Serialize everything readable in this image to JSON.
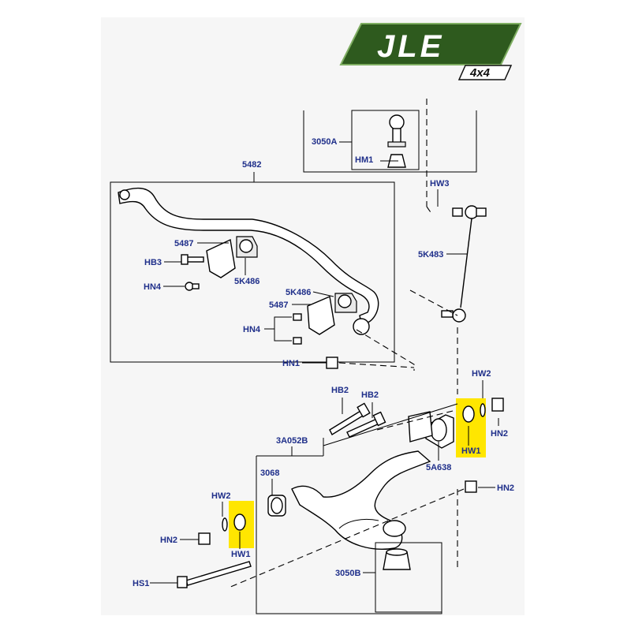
{
  "logo": {
    "brand": "JLE",
    "sub": "4x4",
    "colors": {
      "green": "#2e5a1e",
      "dark": "#1a1a1a"
    }
  },
  "highlight_color": "#ffe600",
  "label_color": "#1f2f8a",
  "labels": {
    "l3050a": "3050A",
    "lhm1": "HM1",
    "lhw3": "HW3",
    "l5482": "5482",
    "l5k483": "5K483",
    "l5487a": "5487",
    "lhb3": "HB3",
    "l5k486a": "5K486",
    "lhn4a": "HN4",
    "l5k486b": "5K486",
    "l5487b": "5487",
    "lhn4b": "HN4",
    "lhn1": "HN1",
    "lhw2a": "HW2",
    "lhb2a": "HB2",
    "lhb2b": "HB2",
    "lhn2a": "HN2",
    "lhw1a": "HW1",
    "l3a052b": "3A052B",
    "l5a638": "5A638",
    "l3068": "3068",
    "lhn2b": "HN2",
    "lhw2b": "HW2",
    "lhn2c": "HN2",
    "lhw1b": "HW1",
    "lhs1": "HS1",
    "l3050b": "3050B"
  }
}
